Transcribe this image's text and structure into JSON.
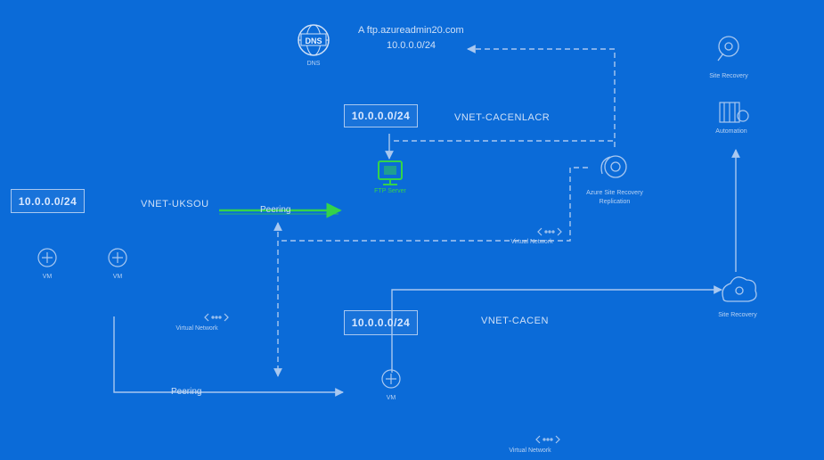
{
  "address_boxes": {
    "hub_top": "10.0.0.0/24",
    "left": "10.0.0.0/24",
    "spoke_bottom": "10.0.0.0/24"
  },
  "vnets": {
    "top": "VNET-CACENLACR",
    "left": "VNET-UKSOU",
    "bottom": "VNET-CACEN"
  },
  "dns": {
    "icon_label": "DNS",
    "record_name": "A ftp.azureadmin20.com",
    "record_ip": "10.0.0.0/24"
  },
  "peering": {
    "top": "Peering",
    "bottom": "Peering"
  },
  "icons": {
    "ftp_vm": "FTP Server",
    "site_recovery_small": "Site Recovery",
    "automation": "Automation",
    "replicated": "Azure Site Recovery Replication",
    "site_recovery": "Site Recovery",
    "vm_a": "VM",
    "vm_b": "VM",
    "vm_bottom": "VM"
  },
  "vnet_icons": {
    "top": "Virtual Network",
    "left": "Virtual Network",
    "bottom": "Virtual Network"
  },
  "colors": {
    "background": "#0b6bd8",
    "line": "#a9c8f0",
    "peering_arrow": "#34d34a",
    "dns_text": "#34d34a"
  }
}
